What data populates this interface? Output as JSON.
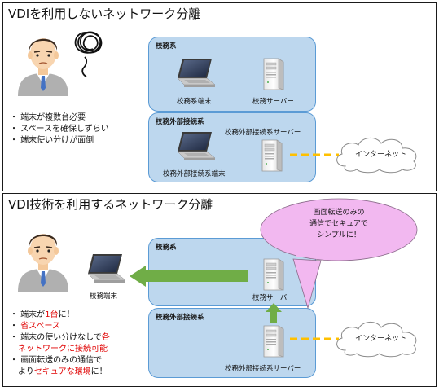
{
  "top": {
    "title": "VDIを利用しないネットワーク分離",
    "zone1": {
      "title": "校務系",
      "laptop_label": "校務系端末",
      "server_label": "校務サーバー"
    },
    "zone2": {
      "title": "校務外部接続系",
      "laptop_label": "校務外部接続系端末",
      "server_label": "校務外部接続系サーバー"
    },
    "cloud_label": "インターネット",
    "bullets": [
      "・ 端末が複数台必要",
      "・ スペースを確保しずらい",
      "・ 端末使い分けが面倒"
    ]
  },
  "bottom": {
    "title": "VDI技術を利用するネットワーク分離",
    "callout": [
      "画面転送のみの",
      "通信でセキュアで",
      "シンプルに！"
    ],
    "laptop_label": "校務端末",
    "zone1": {
      "title": "校務系",
      "server_label": "校務サーバー"
    },
    "zone2": {
      "title": "校務外部接続系",
      "server_label": "校務外部接続系サーバー"
    },
    "cloud_label": "インターネット",
    "bullets": [
      {
        "parts": [
          {
            "t": "・ 端末が",
            "red": false
          },
          {
            "t": "1台",
            "red": true
          },
          {
            "t": "に！",
            "red": false
          }
        ]
      },
      {
        "parts": [
          {
            "t": "・ ",
            "red": false
          },
          {
            "t": "省スペース",
            "red": true
          }
        ]
      },
      {
        "parts": [
          {
            "t": "・ 端末の使い分けなしで",
            "red": false
          },
          {
            "t": "各",
            "red": true
          }
        ]
      },
      {
        "parts": [
          {
            "t": "　",
            "red": false
          },
          {
            "t": "ネットワークに接続可能",
            "red": true
          }
        ]
      },
      {
        "parts": [
          {
            "t": "・ 画面転送のみの通信で",
            "red": false
          }
        ]
      },
      {
        "parts": [
          {
            "t": "　より",
            "red": false
          },
          {
            "t": "セキュアな環境",
            "red": true
          },
          {
            "t": "に！",
            "red": false
          }
        ]
      }
    ]
  },
  "colors": {
    "zone_fill": "#bdd7ee",
    "zone_border": "#5b9bd5",
    "arrow_green": "#70ad47",
    "link_orange": "#ffc000",
    "callout_fill": "#f2b8f0",
    "red_text": "#e00000"
  }
}
